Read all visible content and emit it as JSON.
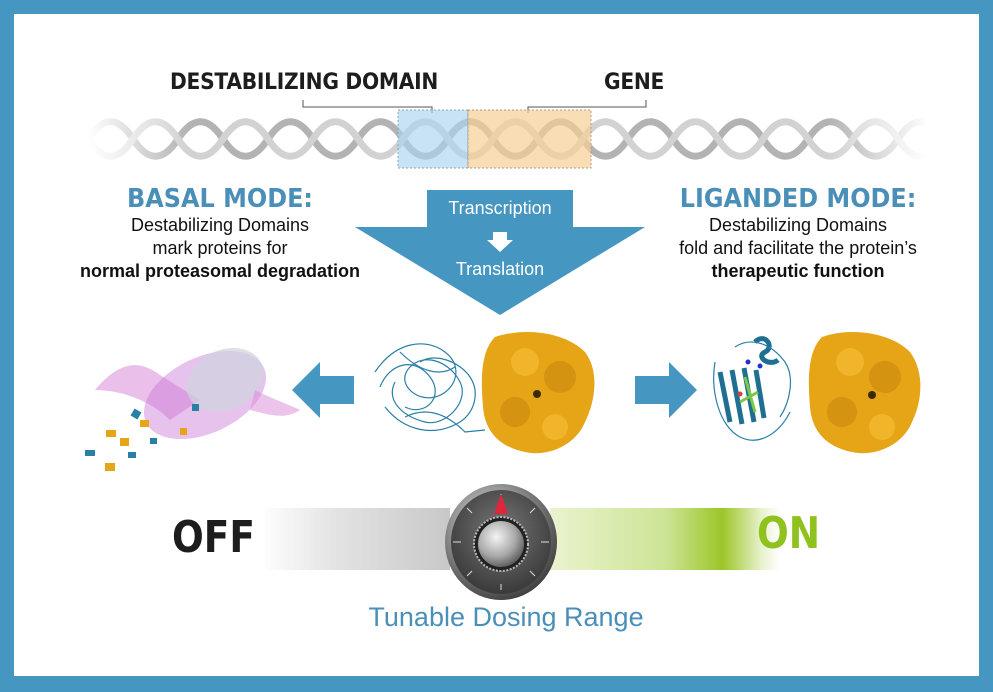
{
  "labels": {
    "destabilizing_domain": "DESTABILIZING DOMAIN",
    "gene": "GENE"
  },
  "basal_mode": {
    "title": "BASAL MODE:",
    "line1": "Destabilizing Domains",
    "line2": "mark proteins for",
    "line3_bold": "normal proteasomal degradation"
  },
  "liganded_mode": {
    "title": "LIGANDED MODE:",
    "line1": "Destabilizing Domains",
    "line2": "fold and facilitate the protein’s",
    "line3_bold": "therapeutic function"
  },
  "process_arrow": {
    "step1": "Transcription",
    "step2": "Translation"
  },
  "switch": {
    "off_label": "OFF",
    "on_label": "ON",
    "caption": "Tunable Dosing Range"
  },
  "colors": {
    "frame": "#4596c0",
    "accent_blue": "#4a8fb8",
    "on_green": "#8fc21f",
    "protein_gold": "#e6a417",
    "domain_blue_box": "#a9d4f0",
    "gene_orange_box": "#f6cf94",
    "indicator_red": "#e0263a"
  }
}
